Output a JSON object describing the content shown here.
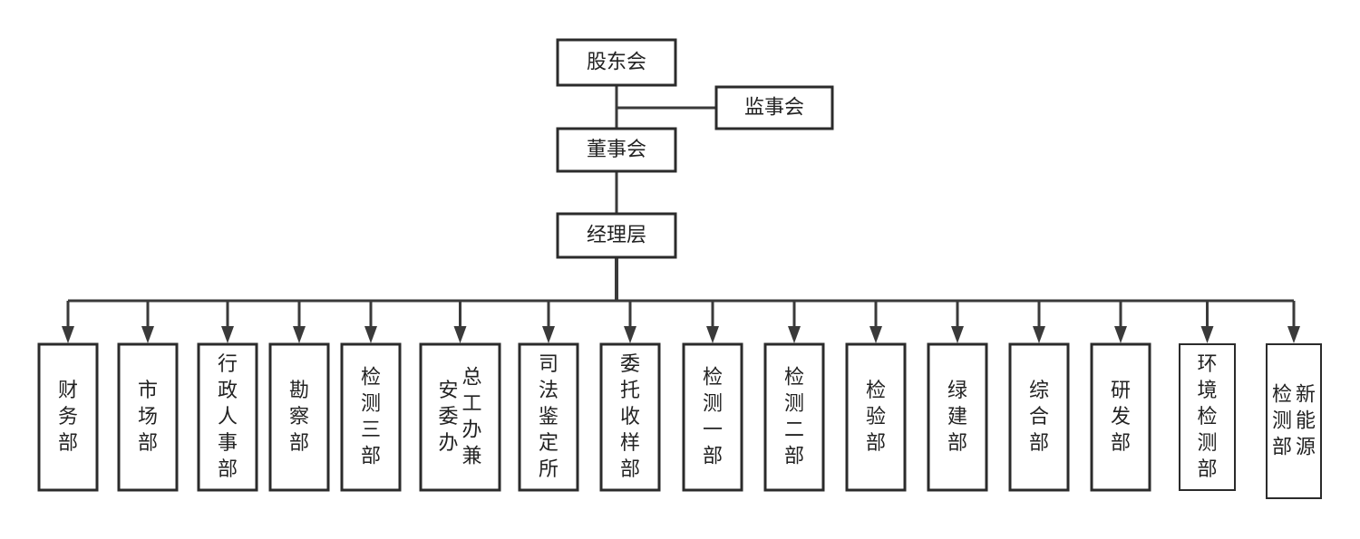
{
  "diagram": {
    "type": "org-chart",
    "top": [
      {
        "id": "shareholders",
        "label": "股东会"
      },
      {
        "id": "supervisors",
        "label": "监事会"
      },
      {
        "id": "board",
        "label": "董事会"
      },
      {
        "id": "management",
        "label": "经理层"
      }
    ],
    "departments": [
      {
        "id": "finance",
        "label": "财务部"
      },
      {
        "id": "market",
        "label": "市场部"
      },
      {
        "id": "admin-hr",
        "label": "行政人事部"
      },
      {
        "id": "survey",
        "label": "勘察部"
      },
      {
        "id": "testing-3",
        "label": "检测三部"
      },
      {
        "id": "chief-eng-office",
        "label": "总工办兼安委办"
      },
      {
        "id": "forensic",
        "label": "司法鉴定所"
      },
      {
        "id": "entrusted-sampling",
        "label": "委托收样部"
      },
      {
        "id": "testing-1",
        "label": "检测一部"
      },
      {
        "id": "testing-2",
        "label": "检测二部"
      },
      {
        "id": "inspection",
        "label": "检验部"
      },
      {
        "id": "green-building",
        "label": "绿建部"
      },
      {
        "id": "general",
        "label": "综合部"
      },
      {
        "id": "rnd",
        "label": "研发部"
      },
      {
        "id": "env-testing",
        "label": "环境检测部"
      },
      {
        "id": "new-energy-testing",
        "label": "新能源检测部"
      }
    ],
    "edges": [
      {
        "from": "shareholders",
        "to": "board",
        "arrow": false
      },
      {
        "from": "shareholders",
        "to": "supervisors",
        "arrow": false
      },
      {
        "from": "board",
        "to": "management",
        "arrow": false
      },
      {
        "from": "management",
        "to": "departments",
        "arrow": true
      }
    ]
  }
}
